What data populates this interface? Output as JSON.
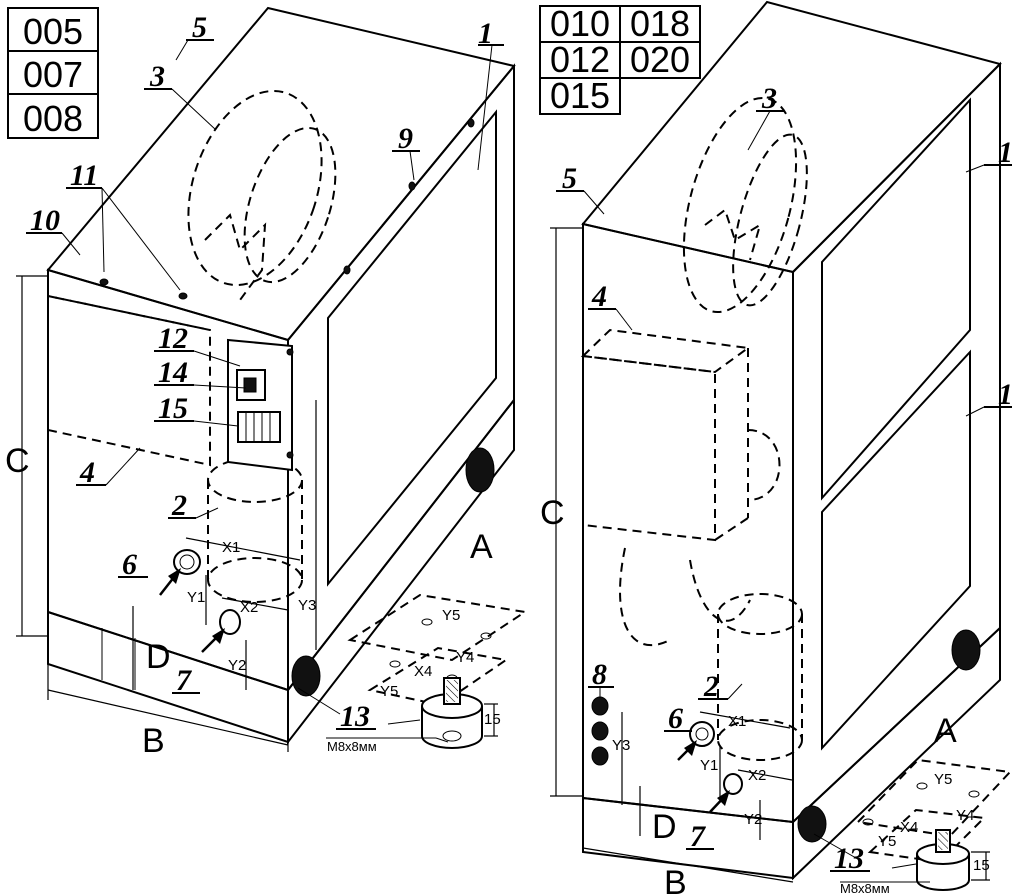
{
  "left_unit": {
    "models": [
      "005",
      "007",
      "008"
    ],
    "callouts": [
      "1",
      "2",
      "3",
      "4",
      "5",
      "6",
      "7",
      "9",
      "10",
      "11",
      "12",
      "13",
      "14",
      "15"
    ],
    "dims": {
      "A": "A",
      "B": "B",
      "C": "C",
      "D": "D",
      "X1": "X1",
      "X2": "X2",
      "X4": "X4",
      "Y1": "Y1",
      "Y2": "Y2",
      "Y3": "Y3",
      "Y4": "Y4",
      "Y5": "Y5",
      "h15": "15",
      "thread": "M8x8мм"
    }
  },
  "right_unit": {
    "models": [
      "010",
      "018",
      "012",
      "020",
      "015"
    ],
    "callouts": [
      "1",
      "1",
      "2",
      "3",
      "4",
      "5",
      "6",
      "7",
      "8",
      "13"
    ],
    "dims": {
      "A": "A",
      "B": "B",
      "C": "C",
      "D": "D",
      "X1": "X1",
      "X2": "X2",
      "X4": "X4",
      "Y1": "Y1",
      "Y2": "Y2",
      "Y3": "Y3",
      "Y4": "Y4",
      "Y5": "Y5",
      "h15": "15",
      "thread": "M8x8мм"
    }
  },
  "colors": {
    "line": "#000000",
    "background": "#ffffff",
    "hatch": "#000000"
  }
}
